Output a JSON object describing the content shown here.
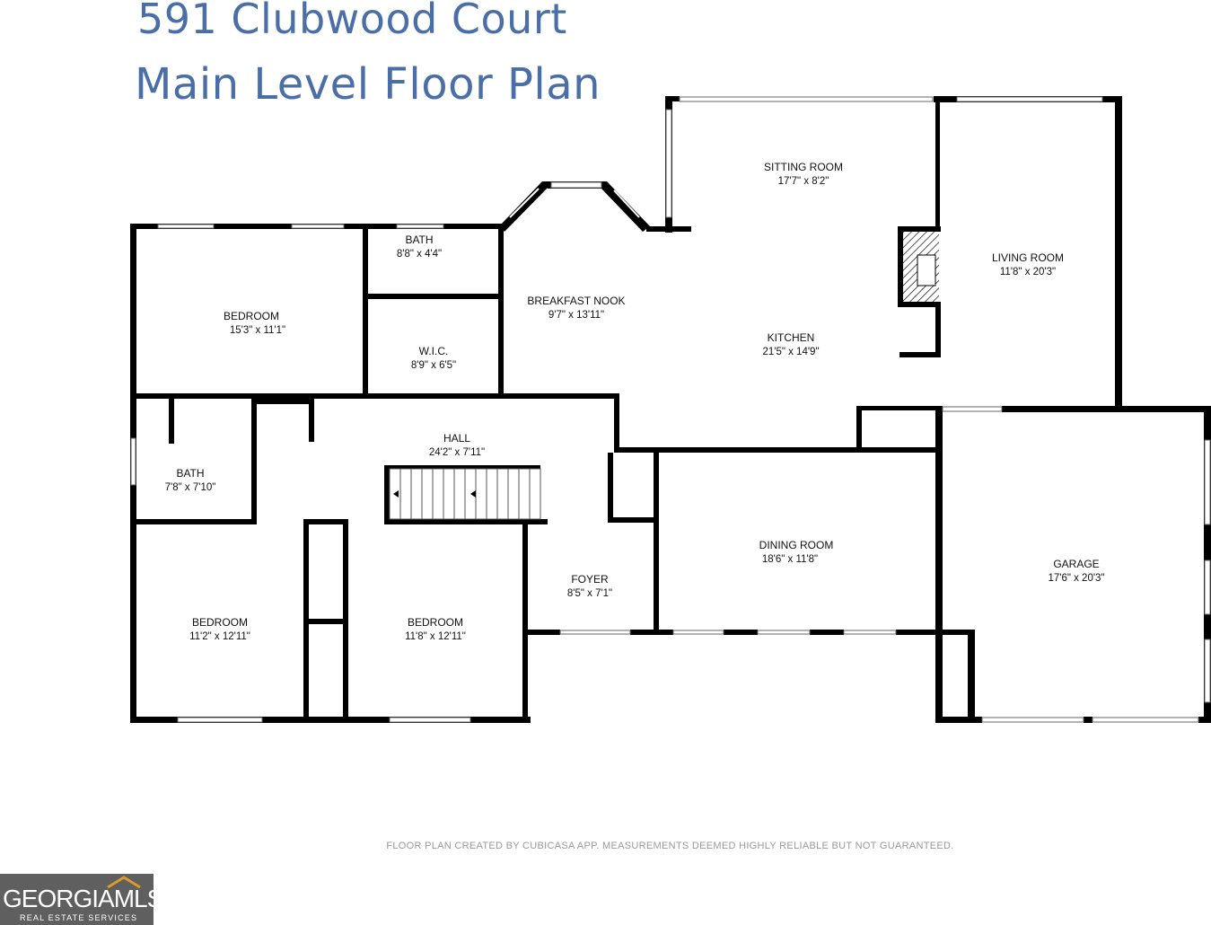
{
  "title": {
    "line1": "591 Clubwood Court",
    "line2": "Main Level Floor Plan"
  },
  "rooms": [
    {
      "key": "sitting",
      "name": "SITTING ROOM",
      "dims": "17'7\" x 8'2\""
    },
    {
      "key": "living",
      "name": "LIVING ROOM",
      "dims": "11'8\" x 20'3\""
    },
    {
      "key": "bath1",
      "name": "BATH",
      "dims": "8'8\" x 4'4\""
    },
    {
      "key": "bedroom1",
      "name": "BEDROOM",
      "dims": "15'3\" x 11'1\""
    },
    {
      "key": "breakfast",
      "name": "BREAKFAST NOOK",
      "dims": "9'7\" x 13'11\""
    },
    {
      "key": "kitchen",
      "name": "KITCHEN",
      "dims": "21'5\" x 14'9\""
    },
    {
      "key": "wic",
      "name": "W.I.C.",
      "dims": "8'9\" x 6'5\""
    },
    {
      "key": "hall",
      "name": "HALL",
      "dims": "24'2\" x 7'11\""
    },
    {
      "key": "bath2",
      "name": "BATH",
      "dims": "7'8\" x 7'10\""
    },
    {
      "key": "dining",
      "name": "DINING ROOM",
      "dims": "18'6\" x 11'8\""
    },
    {
      "key": "garage",
      "name": "GARAGE",
      "dims": "17'6\" x 20'3\""
    },
    {
      "key": "foyer",
      "name": "FOYER",
      "dims": "8'5\" x 7'1\""
    },
    {
      "key": "bedroom2",
      "name": "BEDROOM",
      "dims": "11'2\" x 12'11\""
    },
    {
      "key": "bedroom3",
      "name": "BEDROOM",
      "dims": "11'8\" x 12'11\""
    }
  ],
  "disclaimer": "FLOOR PLAN CREATED BY CUBICASA APP. MEASUREMENTS DEEMED HIGHLY RELIABLE BUT NOT GUARANTEED.",
  "logo": {
    "text": "GEORGIAMLS",
    "subtitle": "REAL ESTATE SERVICES"
  },
  "colors": {
    "title": "#4a6ea8",
    "walls": "#000000",
    "logo_bg": "#5f5f5f"
  }
}
